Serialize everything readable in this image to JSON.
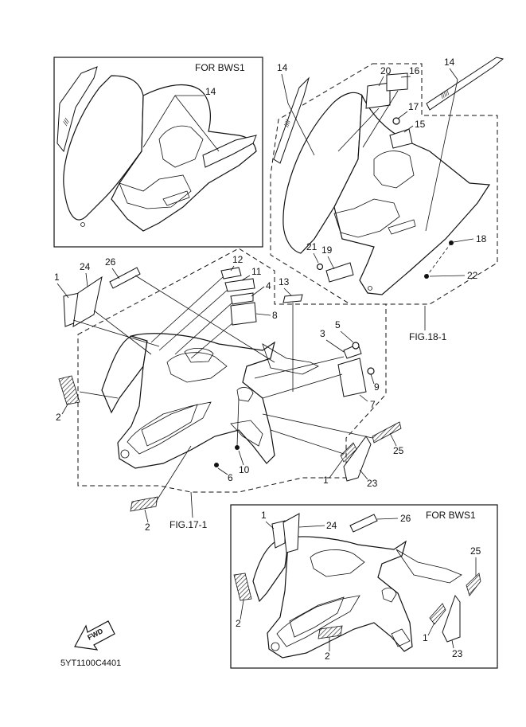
{
  "boxes": {
    "top_left_title": "FOR BWS1",
    "bottom_right_title": "FOR BWS1"
  },
  "figure_refs": {
    "rear_fender": "FIG.18-1",
    "front_fender": "FIG.17-1"
  },
  "diagram_code": "5YT1100C4401",
  "fwd_label": "FWD",
  "callouts": {
    "tl_14": "14",
    "r_14a": "14",
    "r_14b": "14",
    "r_20": "20",
    "r_16": "16",
    "r_17": "17",
    "r_15": "15",
    "r_18": "18",
    "r_21": "21",
    "r_19": "19",
    "r_22": "22",
    "m_13": "13",
    "f_1": "1",
    "f_24": "24",
    "f_26": "26",
    "f_12": "12",
    "f_11": "11",
    "f_4": "4",
    "f_8": "8",
    "f_3": "3",
    "f_5": "5",
    "f_9": "9",
    "f_7": "7",
    "f_2a": "2",
    "f_25": "25",
    "f_10": "10",
    "f_6": "6",
    "f_1b": "1",
    "f_23": "23",
    "f_2b": "2",
    "br_1": "1",
    "br_24": "24",
    "br_26": "26",
    "br_25": "25",
    "br_2a": "2",
    "br_2b": "2",
    "br_1b": "1",
    "br_23": "23"
  }
}
